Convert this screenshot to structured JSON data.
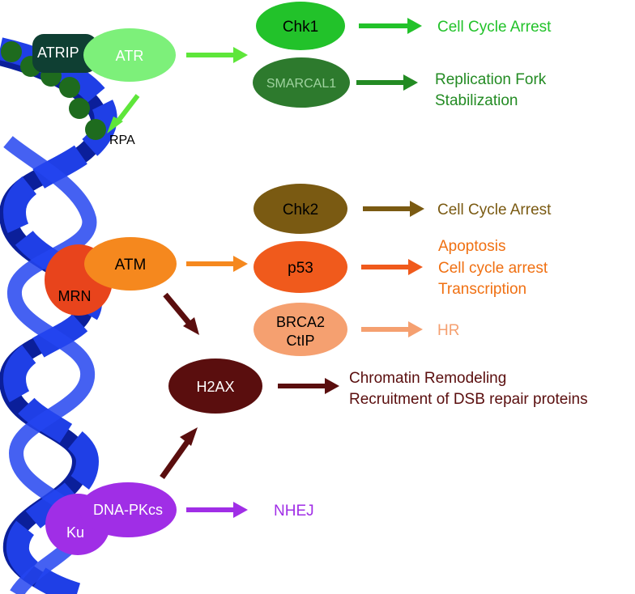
{
  "colors": {
    "dna": "#1f3fe6",
    "dna_dark": "#0b1f9a",
    "rpa": "#1e6b1e",
    "atrip": "#0f3f33",
    "atr": "#7df07a",
    "atr_arrow": "#5ee63a",
    "chk1": "#22c22a",
    "chk1_text": "#22c22a",
    "smarcal1": "#2d7a2d",
    "smarcal1_text": "#238b23",
    "chk2": "#7a5a12",
    "atm": "#f5881e",
    "mrn": "#e8441c",
    "p53": "#f05a1c",
    "p53_text": "#f07012",
    "brca2": "#f5a070",
    "hr_text": "#f5a070",
    "h2ax": "#5a0e0e",
    "dnapk": "#a02ee6",
    "ku": "#a02ee6"
  },
  "nodes": {
    "atrip": "ATRIP",
    "atr": "ATR",
    "rpa": "RPA",
    "chk1": "Chk1",
    "smarcal1": "SMARCAL1",
    "chk2": "Chk2",
    "atm": "ATM",
    "mrn": "MRN",
    "p53": "p53",
    "brca2_line1": "BRCA2",
    "brca2_line2": "CtIP",
    "h2ax": "H2AX",
    "dnapk": "DNA-PKcs",
    "ku": "Ku"
  },
  "outcomes": {
    "chk1": "Cell Cycle Arrest",
    "smarcal1_line1": "Replication Fork",
    "smarcal1_line2": "Stabilization",
    "chk2": "Cell Cycle Arrest",
    "p53_line1": "Apoptosis",
    "p53_line2": "Cell cycle arrest",
    "p53_line3": "Transcription",
    "brca2": "HR",
    "h2ax_line1": "Chromatin Remodeling",
    "h2ax_line2": "Recruitment of DSB repair proteins",
    "dnapk": "NHEJ"
  }
}
